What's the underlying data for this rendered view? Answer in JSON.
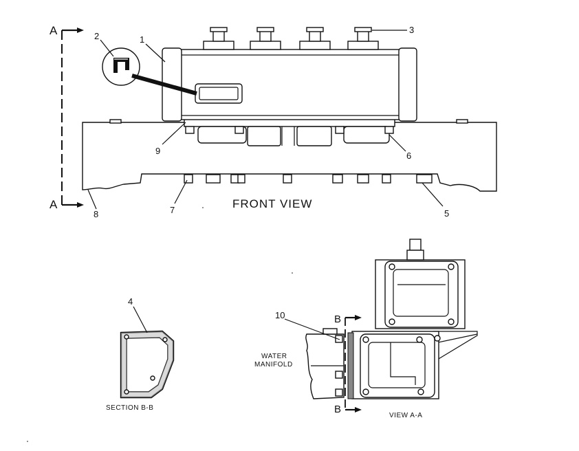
{
  "labels": {
    "front_view": "FRONT VIEW",
    "section_bb": "SECTION B-B",
    "view_aa": "VIEW A-A",
    "water_manifold_1": "WATER",
    "water_manifold_2": "MANIFOLD",
    "section_a_top": "A",
    "section_a_bottom": "A",
    "section_b_top": "B",
    "section_b_bottom": "B"
  },
  "callouts": {
    "c1": "1",
    "c2": "2",
    "c3": "3",
    "c4": "4",
    "c5": "5",
    "c6": "6",
    "c7": "7",
    "c8": "8",
    "c9": "9",
    "c10": "10"
  }
}
